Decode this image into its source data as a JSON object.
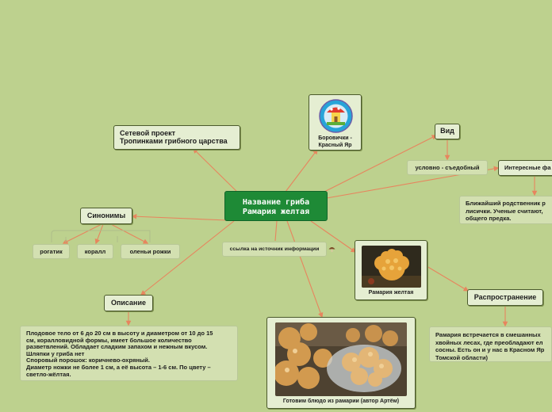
{
  "center": {
    "line1": "Название гриба",
    "line2": "Рамария желтая"
  },
  "project": {
    "line1": "Сетевой проект",
    "line2": "Тропинками грибного царства"
  },
  "logo": {
    "caption_line1": "Боровички -",
    "caption_line2": "Красный Яр"
  },
  "vid": {
    "label": "Вид",
    "value": "условно - съедобный"
  },
  "facts": {
    "label": "Интересные фа",
    "lines": [
      "Ближайший родственник р",
      "лисички. Ученые считают,",
      "общего предка."
    ]
  },
  "synonyms": {
    "label": "Синонимы",
    "items": [
      "рогатик",
      "коралл",
      "оленьи рожки"
    ]
  },
  "source_link": {
    "label": "ссылка на источник информации"
  },
  "photo_main": {
    "caption": "Рамария желтая"
  },
  "distribution": {
    "label": "Распространение",
    "lines": [
      "Рамария встречается в смешанных",
      "хвойных лесах, где преобладают ел",
      "сосны. Есть он и у нас в Красном Яр",
      "Томской области)"
    ]
  },
  "description": {
    "label": "Описание",
    "lines": [
      "Плодовое тело от 6 до 20 см в высоту и диаметром от 10 до 15",
      "см, коралловидной формы, имеет большое количество",
      "разветвлений. Обладает сладким запахом и нежным вкусом.",
      "Шляпки у гриба нет",
      "Споровый порошок: коричнево-охряный.",
      "Диаметр ножки не более 1 см, а её высота – 1-6 см. По цвету –",
      "светло-жёлтая."
    ]
  },
  "dish": {
    "caption": "Готовим блюдо из рамарии (автор Артём)"
  },
  "colors": {
    "background": "#bdd18e",
    "center": "#1e8a36",
    "connector": "#e7855e",
    "node_fill": "#e5eed2"
  }
}
